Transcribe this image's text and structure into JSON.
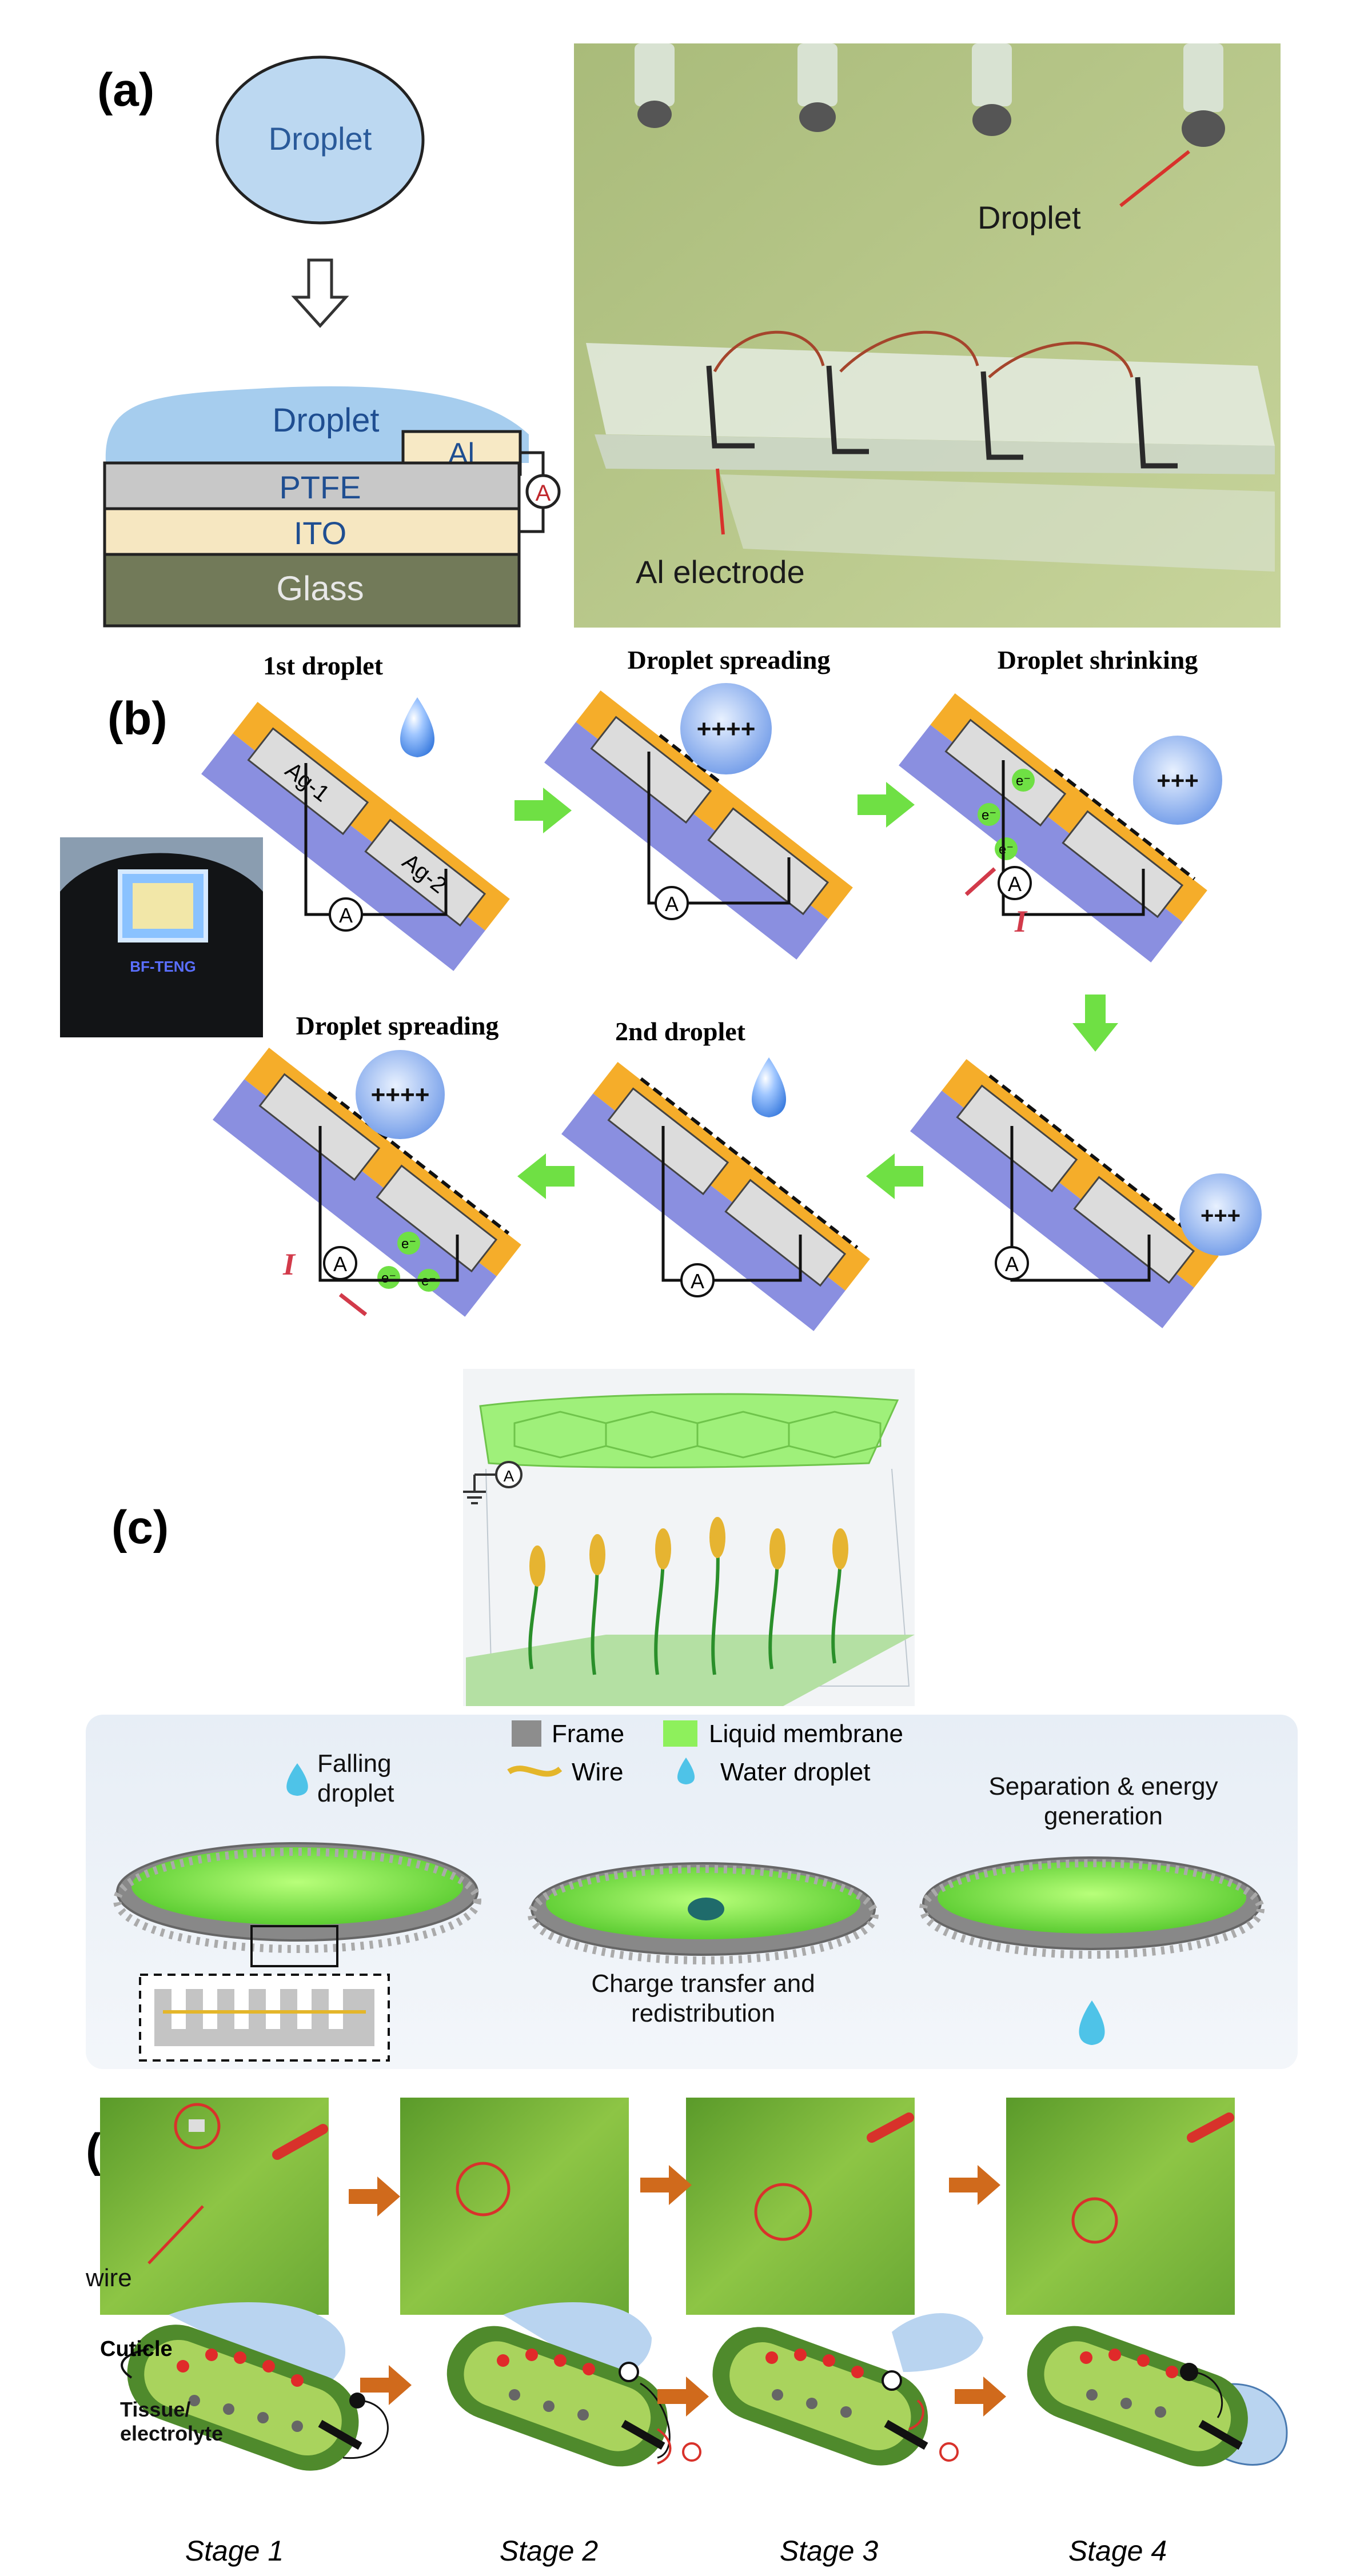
{
  "panels": {
    "a": {
      "label": "(a)",
      "droplet_top": "Droplet",
      "droplet_layer": "Droplet",
      "al": "Al",
      "ptfe": "PTFE",
      "ito": "ITO",
      "glass": "Glass",
      "ammeter": "A",
      "photo_droplet": "Droplet",
      "photo_electrode": "Al electrode"
    },
    "b": {
      "label": "(b)",
      "step1_title": "1st droplet",
      "step2_title": "Droplet spreading",
      "step3_title": "Droplet shrinking",
      "step5_title": "2nd droplet",
      "step6_title": "Droplet spreading",
      "ag1": "Ag-1",
      "ag2": "Ag-2",
      "ammeter": "A",
      "current": "I",
      "electron": "e⁻",
      "shirt_label": "BF-TENG"
    },
    "c": {
      "label": "(c)",
      "ammeter": "A",
      "legend_frame": "Frame",
      "legend_membrane": "Liquid membrane",
      "legend_wire": "Wire",
      "legend_droplet": "Water droplet",
      "falling": "Falling droplet",
      "charge_transfer": "Charge transfer and redistribution",
      "separation": "Separation & energy generation"
    },
    "d": {
      "label": "(d)",
      "wire": "wire",
      "cuticle": "Cuticle",
      "tissue": "Tissue/ electrolyte",
      "stages": [
        "Stage 1",
        "Stage 2",
        "Stage 3",
        "Stage 4"
      ]
    }
  },
  "colors": {
    "droplet_blue": "#a9d1ef",
    "ptfe_gray": "#c9c9c9",
    "ito_beige": "#f6e7c1",
    "glass_olive": "#737a5a",
    "teng_orange": "#f5ad2a",
    "teng_purple": "#8a8fe0",
    "arrow_green": "#6fe044",
    "arrow_orange": "#d06a1c",
    "membrane_green": "#8ef05c",
    "leaf_green": "#7fbb3a"
  },
  "icons": [
    "down-arrow-icon",
    "green-arrow-icon",
    "orange-arrow-icon",
    "ammeter-icon",
    "ground-icon"
  ]
}
